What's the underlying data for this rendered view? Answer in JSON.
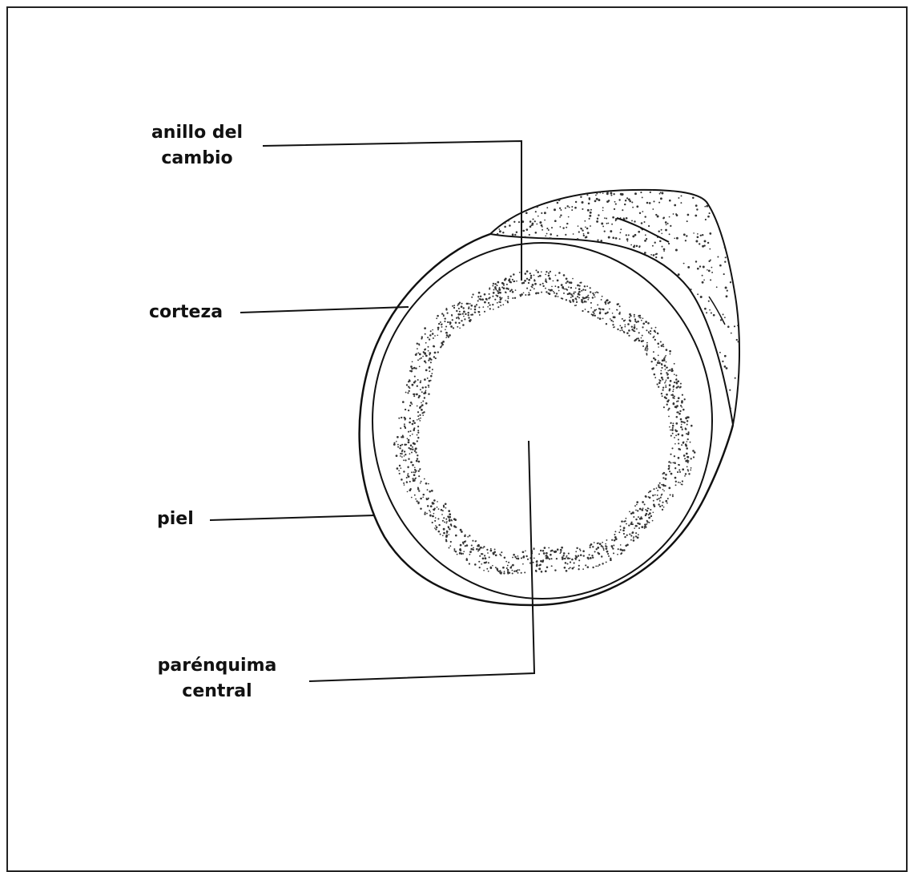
{
  "labels": {
    "cambium_line1": "anillo del",
    "cambium_line2": "cambio",
    "cortex": "corteza",
    "skin": "piel",
    "parenchyma_line1": "parénquima",
    "parenchyma_line2": "central"
  },
  "colors": {
    "ink": "#111111",
    "stipple": "#333333"
  }
}
